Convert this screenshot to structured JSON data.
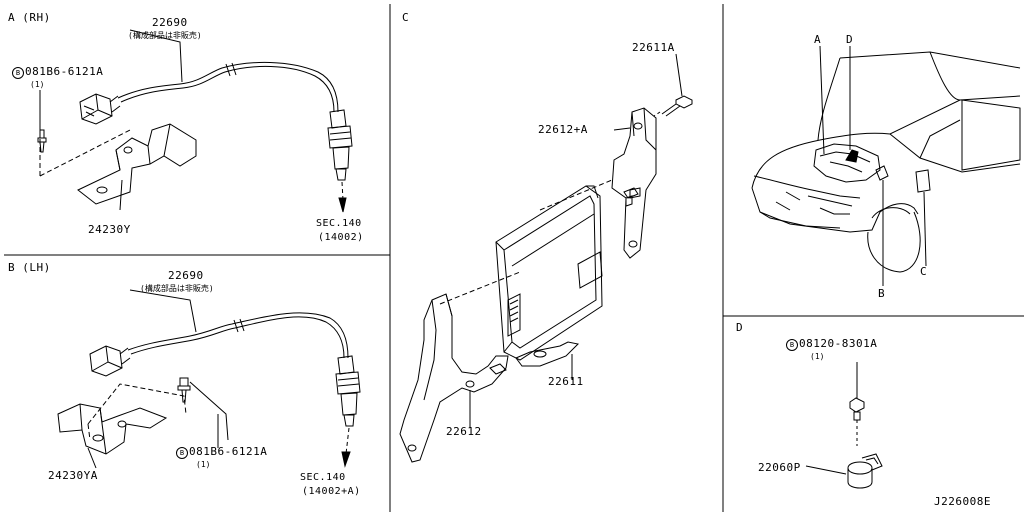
{
  "sections": {
    "a": {
      "label": "A (RH)"
    },
    "b": {
      "label": "B (LH)"
    },
    "c": {
      "label": "C"
    },
    "d": {
      "label": "D"
    }
  },
  "parts": {
    "sensor_rh": {
      "number": "22690",
      "note": "(構成部品は非販売)"
    },
    "bolt_rh": {
      "symbol": "B",
      "number": "081B6-6121A",
      "qty": "(1)"
    },
    "bracket_rh": {
      "number": "24230Y"
    },
    "sec_rh": {
      "line1": "SEC.140",
      "line2": "(14002)"
    },
    "sensor_lh": {
      "number": "22690",
      "note": "(構成部品は非販売)"
    },
    "bolt_lh": {
      "symbol": "B",
      "number": "081B6-6121A",
      "qty": "(1)"
    },
    "bracket_lh": {
      "number": "24230YA"
    },
    "sec_lh": {
      "line1": "SEC.140",
      "line2": "(14002+A)"
    },
    "bolt_c": {
      "number": "22611A"
    },
    "bracket_c_top": {
      "number": "22612+A"
    },
    "ecm": {
      "number": "22611"
    },
    "bracket_c_bottom": {
      "number": "22612"
    },
    "bolt_d": {
      "symbol": "B",
      "number": "08120-8301A",
      "qty": "(1)"
    },
    "knock_sensor": {
      "number": "22060P"
    }
  },
  "vehicle": {
    "callout_a": "A",
    "callout_d": "D",
    "callout_b": "B",
    "callout_c": "C"
  },
  "diagram_id": "J226008E"
}
